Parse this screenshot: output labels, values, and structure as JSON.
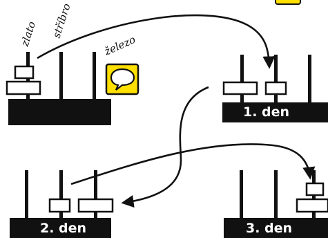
{
  "pegs": {
    "gold_label": "zlato",
    "silver_label": "stříbro",
    "iron_label": "železo"
  },
  "days": {
    "day1_label": "1. den",
    "day2_label": "2. den",
    "day3_label": "3. den"
  },
  "icons": {
    "speech": "speech-bubble-icon",
    "note": "note-icon"
  },
  "colors": {
    "ink": "#111111",
    "icon_fill": "#ffe000",
    "background": "#ffffff"
  }
}
